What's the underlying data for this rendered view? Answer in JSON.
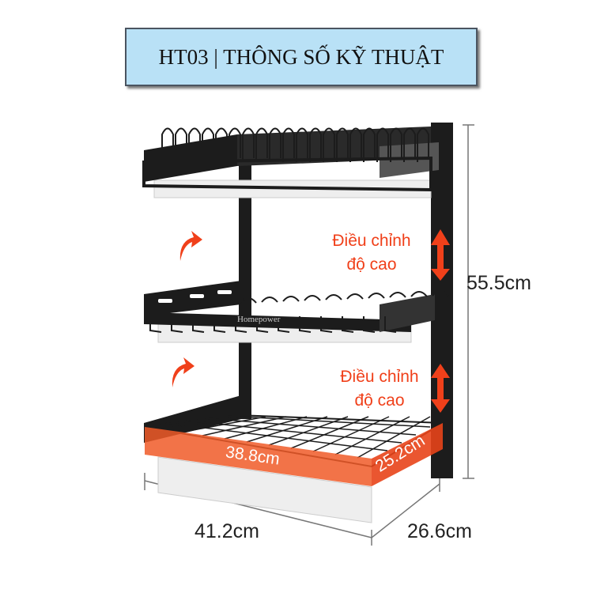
{
  "title": "HT03 | THÔNG SỐ KỸ THUẬT",
  "brand": "Homepower",
  "adjust_label_1": {
    "line1": "Điều chỉnh",
    "line2": "độ cao"
  },
  "adjust_label_2": {
    "line1": "Điều chỉnh",
    "line2": "độ cao"
  },
  "dimensions": {
    "height": "55.5cm",
    "width": "41.2cm",
    "depth": "26.6cm",
    "basket_width": "38.8cm",
    "basket_depth": "25.2cm"
  },
  "colors": {
    "accent": "#f0401a",
    "title_bg": "#b9e1f6",
    "rack": "#1c1c1c"
  }
}
